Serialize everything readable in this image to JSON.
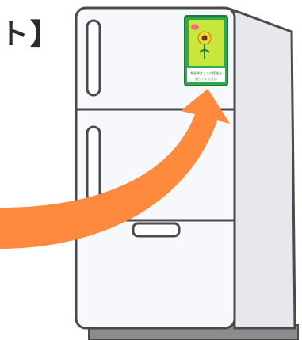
{
  "heading_fragment": "ト】",
  "illustration": {
    "subject": "refrigerator-with-sticker",
    "arrow_color": "#ff8a3d",
    "fridge_outline_color": "#4a4a4a",
    "fridge_fill": "#f7f8fb",
    "sticker": {
      "background": "#2fa84f",
      "panel_color": "#c9e63d",
      "caption_line1": "救急隊はここの情報を",
      "caption_line2": "見ってください"
    }
  }
}
